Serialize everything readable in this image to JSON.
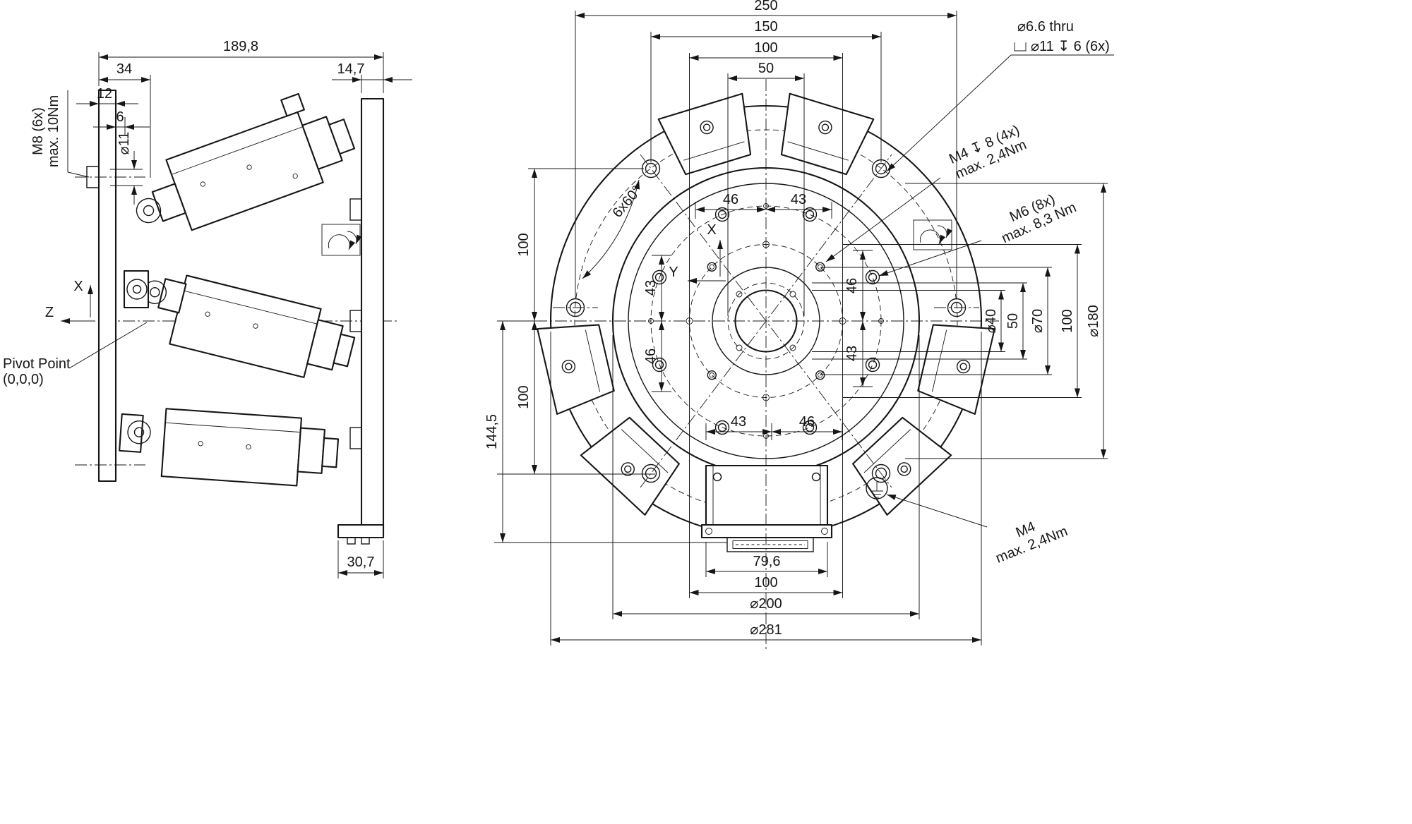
{
  "colors": {
    "ink": "#161616",
    "background": "#ffffff"
  },
  "side_view": {
    "dims": {
      "w189_8": "189,8",
      "w34": "34",
      "w14_7": "14,7",
      "w12": "12",
      "w6": "6",
      "w30_7": "30,7",
      "m8": "M8 (6x)",
      "m8_torque": "max. 10Nm",
      "dia11": "⌀11"
    },
    "labels": {
      "axis_x": "X",
      "axis_z": "Z",
      "pivot1": "Pivot Point",
      "pivot2": "(0,0,0)"
    }
  },
  "front_view": {
    "dims": {
      "d250": "250",
      "d150": "150",
      "d100_top": "100",
      "d50_top": "50",
      "l100_upper": "100",
      "l100_lower": "100",
      "l144_5": "144,5",
      "t46": "46",
      "t43": "43",
      "li43": "43",
      "li46": "46",
      "ri46": "46",
      "ri43": "43",
      "bi43": "43",
      "bi46": "46",
      "dia40": "⌀40",
      "r50": "50",
      "dia70": "⌀70",
      "r100": "100",
      "dia180": "⌀180",
      "b79_6": "79,6",
      "b100": "100",
      "dia200": "⌀200",
      "dia281": "⌀281",
      "angle": "6x60°"
    },
    "callouts": {
      "cb1": "⌀6.6 thru",
      "cb2": "⌀11 ↧ 6 (6x)",
      "m4cs1": "M4 ↧ 8 (4x)",
      "m4cs2": "max. 2,4Nm",
      "m61": "M6 (8x)",
      "m62": "max. 8,3 Nm",
      "m41": "M4",
      "m42": "max. 2,4Nm"
    },
    "labels": {
      "axis_x": "X",
      "axis_y": "Y"
    }
  }
}
